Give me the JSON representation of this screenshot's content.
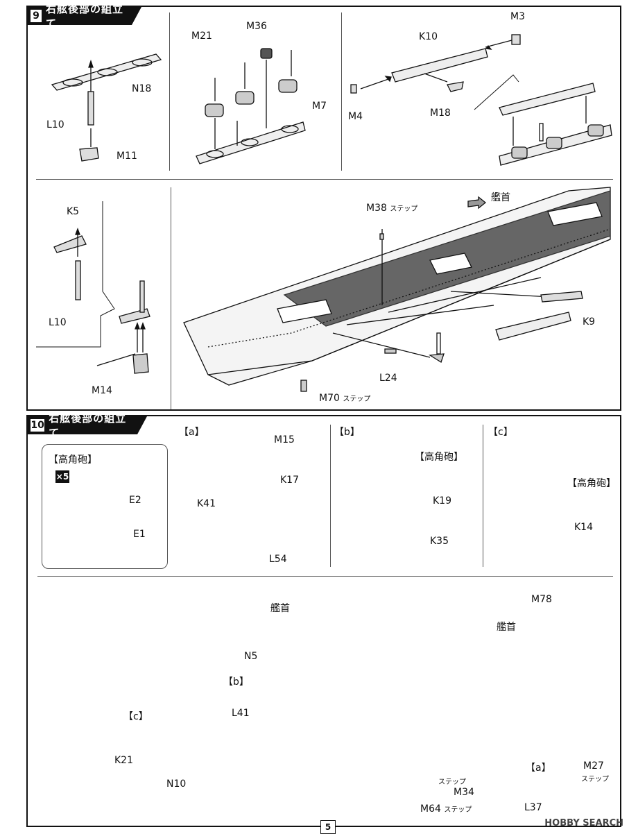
{
  "step9": {
    "number": "9",
    "title": "右舷後部の組立て",
    "labels": {
      "n18": "N18",
      "l10a": "L10",
      "m11": "M11",
      "m21": "M21",
      "m36": "M36",
      "m7": "M7",
      "k10": "K10",
      "m3": "M3",
      "m4": "M4",
      "m18": "M18",
      "k5": "K5",
      "l10b": "L10",
      "m14": "M14",
      "m38": "M38",
      "step_word": "ステップ",
      "bow": "艦首",
      "k9": "K9",
      "l24": "L24",
      "m70": "M70"
    }
  },
  "step10": {
    "number": "10",
    "title": "右舷後部の組立て",
    "inset_title": "【高角砲】",
    "multiplier": "×5",
    "sub_a": "【a】",
    "sub_b": "【b】",
    "sub_c": "【c】",
    "labels": {
      "e2": "E2",
      "e1": "E1",
      "m15": "M15",
      "k17": "K17",
      "k41": "K41",
      "l54": "L54",
      "kokakuho_b": "【高角砲】",
      "k19": "K19",
      "k35": "K35",
      "kokakuho_c": "【高角砲】",
      "k14": "K14",
      "bow1": "艦首",
      "n5": "N5",
      "b_tag": "【b】",
      "c_tag": "【c】",
      "l41": "L41",
      "k21": "K21",
      "n10": "N10",
      "m78": "M78",
      "bow2": "艦首",
      "a_tag": "【a】",
      "m27": "M27",
      "step1": "ステップ",
      "step2": "ステップ",
      "step3": "ステップ",
      "m34": "M34",
      "m64": "M64",
      "l37": "L37"
    }
  },
  "page_number": "5",
  "watermark": "HOBBY SEARCH"
}
